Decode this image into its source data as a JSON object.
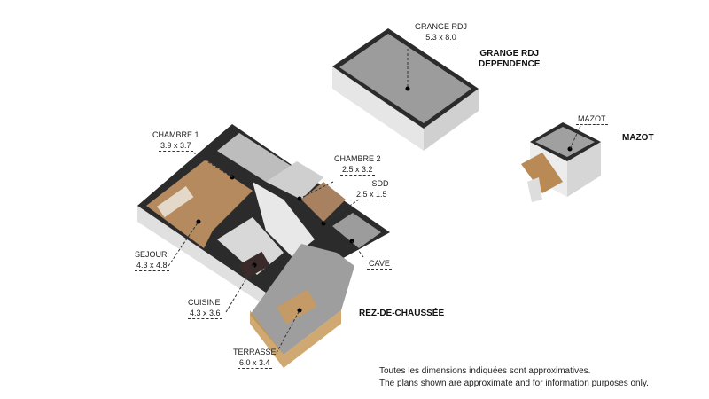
{
  "rooms": [
    {
      "name": "GRANGE RDJ",
      "dim": "5.3 x 8.0"
    },
    {
      "name": "MAZOT",
      "dim": ""
    },
    {
      "name": "CHAMBRE 1",
      "dim": "3.9 x 3.7"
    },
    {
      "name": "CHAMBRE 2",
      "dim": "2.5 x 3.2"
    },
    {
      "name": "SDD",
      "dim": "2.5 x 1.5"
    },
    {
      "name": "SEJOUR",
      "dim": "4.3 x 4.8"
    },
    {
      "name": "CAVE",
      "dim": ""
    },
    {
      "name": "CUISINE",
      "dim": "4.3 x 3.6"
    },
    {
      "name": "TERRASSE",
      "dim": "6.0 x 3.4"
    }
  ],
  "section_titles": {
    "grange_line1": "GRANGE RDJ",
    "grange_line2": "DEPENDENCE",
    "mazot": "MAZOT",
    "rdc": "REZ-DE-CHAUSSÉE"
  },
  "disclaimer": {
    "fr": "Toutes les dimensions indiquées sont approximatives.",
    "en": "The plans shown are approximate and for information purposes only."
  }
}
